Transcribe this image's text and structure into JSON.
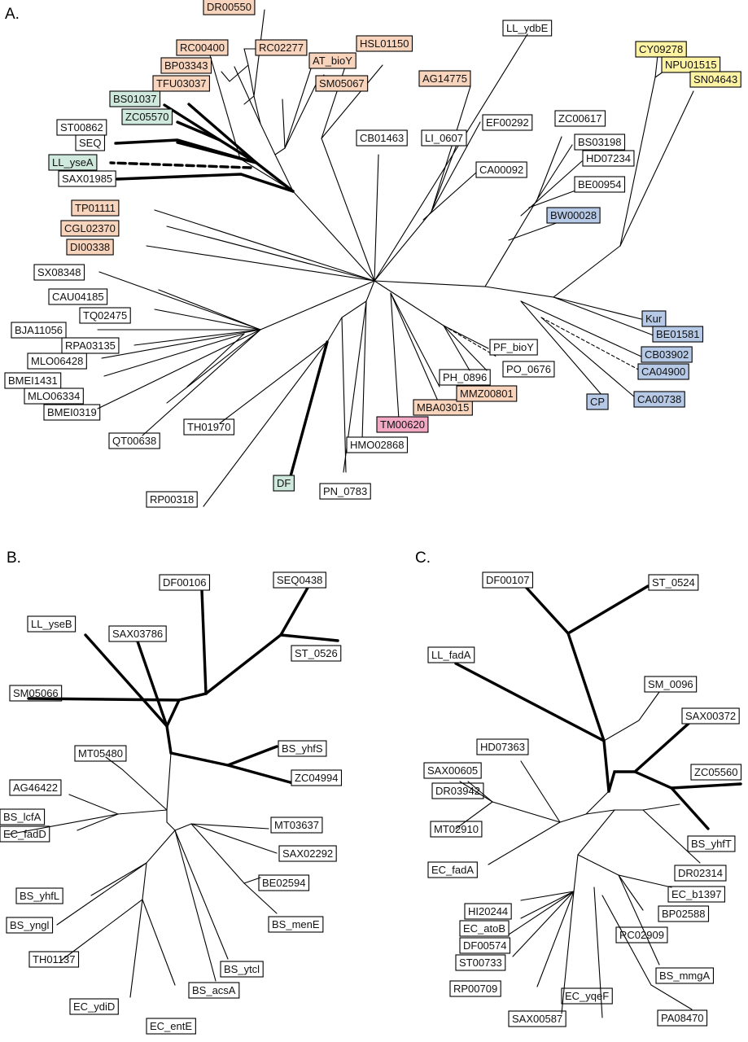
{
  "colors": {
    "orange": "#f9d4bd",
    "green": "#cfe9dd",
    "yellow": "#fdf3a3",
    "blue": "#b6c9e6",
    "pink": "#f3a9c3",
    "boxed": "#ffffff"
  },
  "panels": [
    {
      "id": "A",
      "letter": "A.",
      "leaves": [
        {
          "id": "DR00550",
          "text": "DR00550",
          "fill": "orange",
          "border": false
        },
        {
          "id": "RC00400",
          "text": "RC00400",
          "fill": "orange",
          "border": false
        },
        {
          "id": "RC02277",
          "text": "RC02277",
          "fill": "orange",
          "border": false
        },
        {
          "id": "HSL01150",
          "text": "HSL01150",
          "fill": "orange",
          "border": true
        },
        {
          "id": "BP03343",
          "text": "BP03343",
          "fill": "orange",
          "border": false
        },
        {
          "id": "AT_bioY",
          "text": "AT_bioY",
          "fill": "orange",
          "border": false
        },
        {
          "id": "TFU03037",
          "text": "TFU03037",
          "fill": "orange",
          "border": false
        },
        {
          "id": "SM05067",
          "text": "SM05067",
          "fill": "orange",
          "border": false
        },
        {
          "id": "AG14775",
          "text": "AG14775",
          "fill": "orange",
          "border": true
        },
        {
          "id": "LL_ydbE",
          "text": "LL_ydbE",
          "fill": "none",
          "border": false
        },
        {
          "id": "CY09278",
          "text": "CY09278",
          "fill": "yellow",
          "border": false
        },
        {
          "id": "NPU01515",
          "text": "NPU01515",
          "fill": "yellow",
          "border": false
        },
        {
          "id": "SN04643",
          "text": "SN04643",
          "fill": "yellow",
          "border": false
        },
        {
          "id": "BS01037",
          "text": "BS01037",
          "fill": "green",
          "border": true
        },
        {
          "id": "ZC05570",
          "text": "ZC05570",
          "fill": "green",
          "border": true
        },
        {
          "id": "ST00862",
          "text": "ST00862",
          "fill": "boxed",
          "border": true
        },
        {
          "id": "SEQ",
          "text": "SEQ",
          "fill": "boxed",
          "border": true
        },
        {
          "id": "LL_yseA",
          "text": "LL_yseA",
          "fill": "green",
          "border": true
        },
        {
          "id": "SAX01985",
          "text": "SAX01985",
          "fill": "boxed",
          "border": true
        },
        {
          "id": "CB01463",
          "text": "CB01463",
          "fill": "boxed",
          "border": true
        },
        {
          "id": "LI_0607",
          "text": "LI_0607",
          "fill": "boxed",
          "border": true
        },
        {
          "id": "EF00292",
          "text": "EF00292",
          "fill": "boxed",
          "border": true
        },
        {
          "id": "CA00092",
          "text": "CA00092",
          "fill": "boxed",
          "border": true
        },
        {
          "id": "ZC00617",
          "text": "ZC00617",
          "fill": "boxed",
          "border": true
        },
        {
          "id": "BS03198",
          "text": "BS03198",
          "fill": "boxed",
          "border": true
        },
        {
          "id": "HD07234",
          "text": "HD07234",
          "fill": "boxed",
          "border": true
        },
        {
          "id": "BE00954",
          "text": "BE00954",
          "fill": "boxed",
          "border": true
        },
        {
          "id": "BW00028",
          "text": "BW00028",
          "fill": "blue",
          "border": false
        },
        {
          "id": "TP01111",
          "text": "TP01111",
          "fill": "orange",
          "border": false
        },
        {
          "id": "CGL02370",
          "text": "CGL02370",
          "fill": "orange",
          "border": false
        },
        {
          "id": "DI00338",
          "text": "DI00338",
          "fill": "orange",
          "border": false
        },
        {
          "id": "SX08348",
          "text": "SX08348",
          "fill": "none",
          "border": false
        },
        {
          "id": "CAU04185",
          "text": "CAU04185",
          "fill": "none",
          "border": false
        },
        {
          "id": "TQ02475",
          "text": "TQ02475",
          "fill": "boxed",
          "border": true
        },
        {
          "id": "BJA11056",
          "text": "BJA11056",
          "fill": "none",
          "border": false
        },
        {
          "id": "RPA03135",
          "text": "RPA03135",
          "fill": "none",
          "border": false
        },
        {
          "id": "MLO06428",
          "text": "MLO06428",
          "fill": "none",
          "border": false
        },
        {
          "id": "BMEI1431",
          "text": "BMEI1431",
          "fill": "none",
          "border": false
        },
        {
          "id": "MLO06334",
          "text": "MLO06334",
          "fill": "none",
          "border": false
        },
        {
          "id": "BMEI0319",
          "text": "BMEI0319",
          "fill": "none",
          "border": false
        },
        {
          "id": "QT00638",
          "text": "QT00638",
          "fill": "none",
          "border": false
        },
        {
          "id": "TH01970",
          "text": "TH01970",
          "fill": "none",
          "border": false
        },
        {
          "id": "RP00318",
          "text": "RP00318",
          "fill": "none",
          "border": false
        },
        {
          "id": "DF",
          "text": "DF",
          "fill": "green",
          "border": true
        },
        {
          "id": "PN_0783",
          "text": "PN_0783",
          "fill": "boxed",
          "border": true
        },
        {
          "id": "HMO02868",
          "text": "HMO02868",
          "fill": "boxed",
          "border": true
        },
        {
          "id": "TM00620",
          "text": "TM00620",
          "fill": "pink",
          "border": false
        },
        {
          "id": "MBA03015",
          "text": "MBA03015",
          "fill": "orange",
          "border": true
        },
        {
          "id": "MMZ00801",
          "text": "MMZ00801",
          "fill": "orange",
          "border": true
        },
        {
          "id": "PH_0896",
          "text": "PH_0896",
          "fill": "none",
          "border": false
        },
        {
          "id": "PF_bioY",
          "text": "PF_bioY",
          "fill": "boxed",
          "border": true
        },
        {
          "id": "PO_0676",
          "text": "PO_0676",
          "fill": "boxed",
          "border": true
        },
        {
          "id": "Kur",
          "text": "Kur",
          "fill": "blue",
          "border": true
        },
        {
          "id": "BE01581",
          "text": "BE01581",
          "fill": "blue",
          "border": true
        },
        {
          "id": "CB03902",
          "text": "CB03902",
          "fill": "blue",
          "border": true
        },
        {
          "id": "CA04900",
          "text": "CA04900",
          "fill": "blue",
          "border": true
        },
        {
          "id": "CA00738",
          "text": "CA00738",
          "fill": "blue",
          "border": true
        },
        {
          "id": "CP",
          "text": "CP",
          "fill": "blue",
          "border": true
        }
      ]
    },
    {
      "id": "B",
      "letter": "B.",
      "leaves": [
        {
          "id": "DF00106",
          "text": "DF00106",
          "fill": "boxed",
          "border": true
        },
        {
          "id": "SEQ0438",
          "text": "SEQ0438",
          "fill": "boxed",
          "border": true
        },
        {
          "id": "LL_yseB",
          "text": "LL_yseB",
          "fill": "boxed",
          "border": true
        },
        {
          "id": "SAX03786",
          "text": "SAX03786",
          "fill": "boxed",
          "border": true
        },
        {
          "id": "ST_0526",
          "text": "ST_0526",
          "fill": "boxed",
          "border": true
        },
        {
          "id": "SM05066",
          "text": "SM05066",
          "fill": "none",
          "border": false
        },
        {
          "id": "BS_yhfS",
          "text": "BS_yhfS",
          "fill": "boxed",
          "border": true
        },
        {
          "id": "ZC04994",
          "text": "ZC04994",
          "fill": "boxed",
          "border": true
        },
        {
          "id": "MT05480",
          "text": "MT05480",
          "fill": "none",
          "border": false
        },
        {
          "id": "AG46422",
          "text": "AG46422",
          "fill": "none",
          "border": false
        },
        {
          "id": "BS_lcfA",
          "text": "BS_lcfA",
          "fill": "none",
          "border": false
        },
        {
          "id": "EC_fadD",
          "text": "EC_fadD",
          "fill": "none",
          "border": false
        },
        {
          "id": "MT03637",
          "text": "MT03637",
          "fill": "none",
          "border": false
        },
        {
          "id": "SAX02292",
          "text": "SAX02292",
          "fill": "none",
          "border": false
        },
        {
          "id": "BE02594",
          "text": "BE02594",
          "fill": "none",
          "border": false
        },
        {
          "id": "BS_yhfL",
          "text": "BS_yhfL",
          "fill": "none",
          "border": false
        },
        {
          "id": "BS_yngl",
          "text": "BS_yngl",
          "fill": "none",
          "border": false
        },
        {
          "id": "BS_menE",
          "text": "BS_menE",
          "fill": "none",
          "border": false
        },
        {
          "id": "TH01137",
          "text": "TH01137",
          "fill": "none",
          "border": false
        },
        {
          "id": "BS_ytcl",
          "text": "BS_ytcl",
          "fill": "none",
          "border": false
        },
        {
          "id": "BS_acsA",
          "text": "BS_acsA",
          "fill": "none",
          "border": false
        },
        {
          "id": "EC_ydiD",
          "text": "EC_ydiD",
          "fill": "none",
          "border": false
        },
        {
          "id": "EC_entE",
          "text": "EC_entE",
          "fill": "none",
          "border": false
        }
      ]
    },
    {
      "id": "C",
      "letter": "C.",
      "leaves": [
        {
          "id": "DF00107",
          "text": "DF00107",
          "fill": "boxed",
          "border": true
        },
        {
          "id": "ST_0524",
          "text": "ST_0524",
          "fill": "boxed",
          "border": true
        },
        {
          "id": "LL_fadA",
          "text": "LL_fadA",
          "fill": "boxed",
          "border": true
        },
        {
          "id": "SM_0096",
          "text": "SM_0096",
          "fill": "none",
          "border": false
        },
        {
          "id": "SAX00372",
          "text": "SAX00372",
          "fill": "boxed",
          "border": true
        },
        {
          "id": "HD07363",
          "text": "HD07363",
          "fill": "none",
          "border": false
        },
        {
          "id": "ZC05560",
          "text": "ZC05560",
          "fill": "boxed",
          "border": true
        },
        {
          "id": "SAX00605",
          "text": "SAX00605",
          "fill": "none",
          "border": false
        },
        {
          "id": "DR03942",
          "text": "DR03942",
          "fill": "none",
          "border": false
        },
        {
          "id": "BS_yhfT",
          "text": "BS_yhfT",
          "fill": "boxed",
          "border": true
        },
        {
          "id": "MT02910",
          "text": "MT02910",
          "fill": "none",
          "border": false
        },
        {
          "id": "DR02314",
          "text": "DR02314",
          "fill": "none",
          "border": false
        },
        {
          "id": "EC_fadA",
          "text": "EC_fadA",
          "fill": "none",
          "border": false
        },
        {
          "id": "EC_b1397",
          "text": "EC_b1397",
          "fill": "none",
          "border": false
        },
        {
          "id": "HI20244",
          "text": "HI20244",
          "fill": "none",
          "border": false
        },
        {
          "id": "BP02588",
          "text": "BP02588",
          "fill": "none",
          "border": false
        },
        {
          "id": "EC_atoB",
          "text": "EC_atoB",
          "fill": "none",
          "border": false
        },
        {
          "id": "RC02909",
          "text": "RC02909",
          "fill": "none",
          "border": false
        },
        {
          "id": "DF00574",
          "text": "DF00574",
          "fill": "none",
          "border": false
        },
        {
          "id": "ST00733",
          "text": "ST00733",
          "fill": "none",
          "border": false
        },
        {
          "id": "BS_mmgA",
          "text": "BS_mmgA",
          "fill": "none",
          "border": false
        },
        {
          "id": "RP00709",
          "text": "RP00709",
          "fill": "none",
          "border": false
        },
        {
          "id": "EC_yqeF",
          "text": "EC_yqeF",
          "fill": "none",
          "border": false
        },
        {
          "id": "SAX00587",
          "text": "SAX00587",
          "fill": "none",
          "border": false
        },
        {
          "id": "PA08470",
          "text": "PA08470",
          "fill": "none",
          "border": false
        }
      ]
    }
  ]
}
